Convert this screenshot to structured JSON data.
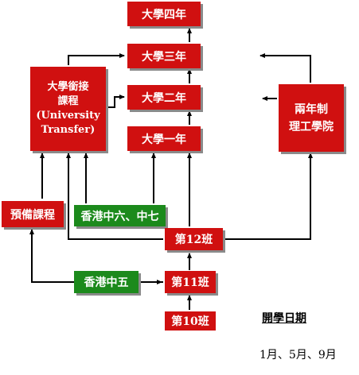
{
  "boxes": {
    "year4": "大學四年",
    "year3": "大學三年",
    "year2": "大學二年",
    "year1": "大學一年",
    "university_transfer": "大學銜接\n課程\n(University\nTransfer)",
    "two_year_tech": "兩年制\n理工學院",
    "foundation": "預備課程",
    "f6_f7": "香港中六、中七",
    "grade12": "第12班",
    "grade11": "第11班",
    "f5": "香港中五",
    "grade10": "第10班"
  },
  "intake": {
    "title": "開學日期",
    "months": "1月、5月、9月"
  },
  "colors": {
    "box_red": "#d01010",
    "box_green": "#1c8a1c",
    "arrow": "#000000"
  }
}
